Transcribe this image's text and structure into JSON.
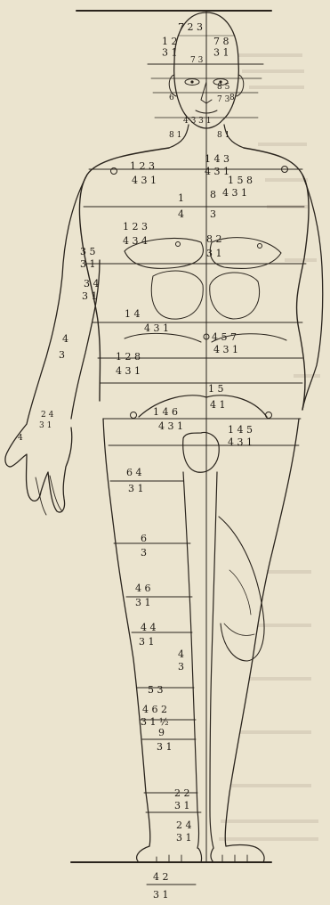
{
  "figure": {
    "labels": {
      "head_top": "7 2   3",
      "forehead_left": "1 2\n3 1",
      "forehead_right": "7 8\n3 1",
      "brow": "7 3",
      "eye_row": "8 5",
      "nose_row": "7 3",
      "mouth_left": "6",
      "mouth_right": "8",
      "chin": "4 3 3 1",
      "neck_left": "8 1",
      "neck_right": "8 1",
      "shoulder_left": "1  2  3",
      "shoulder_left_b": "4 3 1",
      "shoulder_right": "1 4 3",
      "shoulder_right_b": "4 3 1",
      "chest_right": "1 5 8",
      "chest_right_b": "4 3 1",
      "mid_chest_left": "1",
      "mid_chest_left_b": "4",
      "mid_chest_right": "8",
      "mid_chest_right_b": "3",
      "breast_left": "1 2 3",
      "breast_left_b": "4 3 4",
      "breast_right": "8 2",
      "breast_right_b": "3 1",
      "upper_arm": "3  5",
      "upper_arm_b": "3  1",
      "elbow": "3 4",
      "elbow_b": "3  1",
      "forearm": "4",
      "forearm_b": "3",
      "wrist": "2  4",
      "wrist_b": "3  1",
      "hand": "4",
      "waist_left": "1   4",
      "waist_left_b": "4 3 1",
      "waist_right": "4  5  7",
      "waist_right_b": "4 3 1",
      "belly_left": "1 2 8",
      "belly_left_b": "4 3 1",
      "belly_mid": "1 5",
      "belly_mid_b": "4 1",
      "hip_left": "1 4 6",
      "hip_left_b": "4 3 1",
      "hip_right": "1 4 5",
      "hip_right_b": "4 3 1",
      "thigh_upper": "6 4",
      "thigh_upper_b": "3 1",
      "thigh_mid": "6",
      "thigh_mid_b": "3",
      "knee_upper": "4 6",
      "knee_upper_b": "3 1",
      "knee": "4 4",
      "knee_b": "3 1",
      "shin_mid": "4",
      "shin_mid_b": "3",
      "calf": "5 3",
      "calf_low": "4 6 2",
      "calf_low_b": "3 1 ½",
      "calf_low_c": "9",
      "calf_low_d": "3 1",
      "ankle": "2 2",
      "ankle_b": "3 1",
      "foot": "2 4",
      "foot_b": "3 1",
      "total_top": "4  2",
      "total_bottom": "3  1"
    }
  }
}
